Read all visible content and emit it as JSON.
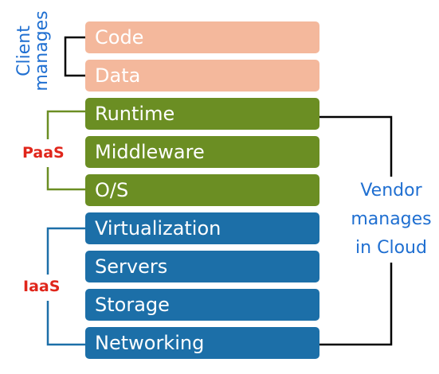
{
  "layers": [
    {
      "label": "Code",
      "color": "#f4b89c"
    },
    {
      "label": "Data",
      "color": "#f4b89c"
    },
    {
      "label": "Runtime",
      "color": "#6b8e23"
    },
    {
      "label": "Middleware",
      "color": "#6b8e23"
    },
    {
      "label": "O/S",
      "color": "#6b8e23"
    },
    {
      "label": "Virtualization",
      "color": "#1c6fa8"
    },
    {
      "label": "Servers",
      "color": "#1c6fa8"
    },
    {
      "label": "Storage",
      "color": "#1c6fa8"
    },
    {
      "label": "Networking",
      "color": "#1c6fa8"
    }
  ],
  "client": {
    "line1": "Client",
    "line2": "manages",
    "color": "#1f6fd1"
  },
  "paas": {
    "label": "PaaS",
    "color": "#e0261b",
    "bracket_color": "#6b8e23"
  },
  "iaas": {
    "label": "IaaS",
    "color": "#e0261b",
    "bracket_color": "#1c6fa8"
  },
  "vendor": {
    "line1": "Vendor",
    "line2": "manages",
    "line3": "in Cloud",
    "color": "#1f6fd1"
  },
  "connector_color": "#000000"
}
